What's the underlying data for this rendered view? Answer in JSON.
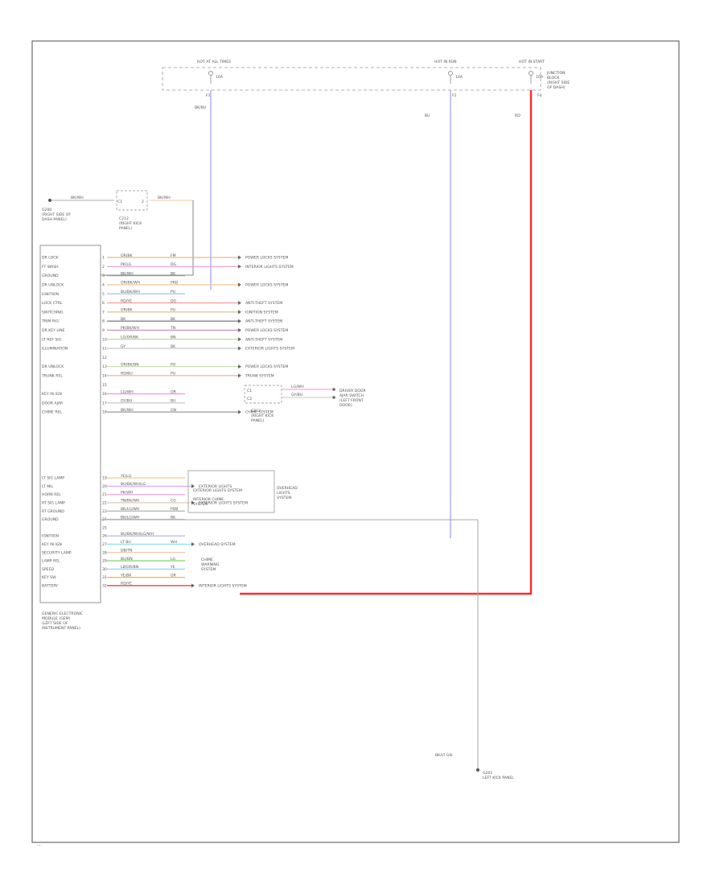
{
  "fuse_box": {
    "fuse_a": {
      "name": "HOT AT ALL TIMES",
      "rating": "10A",
      "cavity": "F1",
      "wire": "BK/BU"
    },
    "fuse_b": {
      "name": "HOT IN RUN",
      "rating": "10A",
      "cavity": "F2",
      "wire": "BU"
    },
    "fuse_c": {
      "name": "HOT IN START",
      "rating": "10A",
      "cavity": "F4",
      "wire": "RD"
    },
    "junction_box_label": [
      "JUNCTION",
      "BLOCK",
      "(RIGHT SIDE",
      "OF DASH)"
    ]
  },
  "top_ground": {
    "wire": "BK/WH",
    "label": [
      "G200",
      "(RIGHT SIDE OF",
      "DASH PANEL)"
    ]
  },
  "top_connector": {
    "pin_in": "C1",
    "pin_out": "2",
    "wire": "BK/WH",
    "label": [
      "C212",
      "(RIGHT KICK",
      "PANEL)"
    ]
  },
  "module_pins": [
    {
      "label": "DR LOCK",
      "pin": "1",
      "wire": "OR/BK",
      "code": "FM",
      "dest": "POWER LOCKS SYSTEM",
      "color": "#e5b98a"
    },
    {
      "label": "FT WASH",
      "pin": "2",
      "wire": "PK/LG",
      "code": "DG",
      "dest": "INTERIOR LIGHTS SYSTEM",
      "color": "#e79fd0"
    },
    {
      "label": "GROUND",
      "pin": "3",
      "wire": "BK/WH",
      "code": "BK",
      "dest": "",
      "color": "#9a9a9a"
    },
    {
      "label": "DR UNLOCK",
      "pin": "4",
      "wire": "OR/BK/WH",
      "code": "PKD",
      "dest": "POWER LOCKS SYSTEM",
      "color": "#f1c79a"
    },
    {
      "label": "IGNITION",
      "pin": "5",
      "wire": "BU/BK/WH",
      "code": "PU",
      "dest": "",
      "color": "#a8b4ec"
    },
    {
      "label": "LOCK CTRL",
      "pin": "6",
      "wire": "RD/YE",
      "code": "DG",
      "dest": "ANTI-THEFT SYSTEM",
      "color": "#f59a9a"
    },
    {
      "label": "SWITCHING",
      "pin": "7",
      "wire": "OR/BK",
      "code": "PU",
      "dest": "IGNITION SYSTEM",
      "color": "#e5b98a"
    },
    {
      "label": "TRIM RIG",
      "pin": "8",
      "wire": "BK",
      "code": "BK",
      "dest": "ANTI-THEFT SYSTEM",
      "color": "#777777"
    },
    {
      "label": "DR KEY LINE",
      "pin": "9",
      "wire": "PK/BK/WH",
      "code": "TN",
      "dest": "POWER LOCKS SYSTEM",
      "color": "#d08fbf"
    },
    {
      "label": "LT REF SIG",
      "pin": "10",
      "wire": "LG/OR/BK",
      "code": "BN",
      "dest": "ANTI-THEFT SYSTEM",
      "color": "#b6dc7a"
    },
    {
      "label": "ILLUMINATION",
      "pin": "11",
      "wire": "GY",
      "code": "BK",
      "dest": "EXTERIOR LIGHTS SYSTEM",
      "color": "#c8c8c8"
    },
    {
      "label": "",
      "pin": "12",
      "wire": "",
      "code": "",
      "dest": "",
      "color": ""
    },
    {
      "label": "DR UNLOCK",
      "pin": "13",
      "wire": "OR/BK/BN",
      "code": "PO",
      "dest": "POWER LOCKS SYSTEM",
      "color": "#c9e0b2"
    },
    {
      "label": "TRUNK REL",
      "pin": "14",
      "wire": "RD/BU",
      "code": "PU",
      "dest": "TRUNK SYSTEM",
      "color": "#f5a7a7"
    },
    {
      "label": "",
      "pin": "15",
      "wire": "",
      "code": "",
      "dest": "",
      "color": ""
    },
    {
      "label": "KEY IN IGN",
      "pin": "16",
      "wire": "LG/WH",
      "code": "OR",
      "dest": "",
      "color": "#ff8ae6"
    },
    {
      "label": "DOOR AJAR",
      "pin": "17",
      "wire": "GY/BU",
      "code": "BU",
      "dest": "",
      "color": "#c4c4c4"
    },
    {
      "label": "CHIME REL",
      "pin": "18",
      "wire": "BK/WH",
      "code": "GN",
      "dest": "CHIME SYSTEM",
      "color": "#9a9a9a"
    }
  ],
  "mid_connector": {
    "pins": [
      "C1",
      "C2"
    ],
    "wires": [
      "LG/WH",
      "GY/BU"
    ],
    "label": [
      "C212",
      "(RIGHT KICK",
      "PANEL)"
    ],
    "dest_label": [
      "DRIVER DOOR",
      "AJAR SWITCH",
      "(LEFT FRONT",
      "DOOR)"
    ]
  },
  "lower_pins": [
    {
      "label": "LT SIG LAMP",
      "pin": "19",
      "wire": "YE/LG",
      "code": "",
      "dest": "",
      "color": "#f3cf86"
    },
    {
      "label": "LT MIL",
      "pin": "20",
      "wire": "BU/BK/WH/LG",
      "code": "",
      "dest": "EXTERIOR LIGHTS",
      "color": "#d9a0ff"
    },
    {
      "label": "HORN REL",
      "pin": "21",
      "wire": "PK/WH",
      "code": "",
      "dest": "",
      "color": "#f7a8d8"
    },
    {
      "label": "RT SIG LAMP",
      "pin": "22",
      "wire": "TN/BK/WH",
      "code": "CG",
      "dest": "EXTERIOR LIGHTS SYSTEM",
      "color": "#d8d0b4"
    },
    {
      "label": "RT GROUND",
      "pin": "23",
      "wire": "BK/LG/WH",
      "code": "PDB",
      "dest": "",
      "color": "#a8a8a8"
    },
    {
      "label": "GROUND",
      "pin": "24",
      "wire": "BK/LG/WH",
      "code": "BK",
      "dest": "",
      "color": "#bbbbbb"
    },
    {
      "label": "",
      "pin": "25",
      "wire": "",
      "code": "",
      "dest": "",
      "color": ""
    },
    {
      "label": "IGNITION",
      "pin": "26",
      "wire": "BU/BK/WH/LG/WH",
      "code": "",
      "dest": "",
      "color": "#b0b8f0"
    },
    {
      "label": "KEY IN IGN",
      "pin": "27",
      "wire": "LT BU",
      "code": "WH",
      "dest": "OVERHEAD SYSTEM",
      "color": "#8ee0f2"
    },
    {
      "label": "SECURITY LAMP",
      "pin": "28",
      "wire": "DB/TN",
      "code": "",
      "dest": "",
      "color": "#e9c6a4"
    },
    {
      "label": "LAMP REL",
      "pin": "29",
      "wire": "BU/BN",
      "code": "LG",
      "dest": "",
      "color": "#7fd36a"
    },
    {
      "label": "SPEED",
      "pin": "30",
      "wire": "LB/OR/BN",
      "code": "YE",
      "dest": "",
      "color": "#8cc9f2"
    },
    {
      "label": "KEY SW",
      "pin": "31",
      "wire": "YE/BK",
      "code": "OR",
      "dest": "",
      "color": "#f2b640"
    },
    {
      "label": "BATTERY",
      "pin": "32",
      "wire": "RD/YE",
      "code": "",
      "dest": "INTERIOR LIGHTS SYSTEM",
      "color": "#ff2a2a"
    }
  ],
  "blocks": {
    "overhead": [
      "OVERHEAD",
      "LIGHTS",
      "SYSTEM"
    ],
    "chime": [
      "CHIME",
      "WARNING",
      "SYSTEM"
    ],
    "exterior": [
      "EXTERIOR LIGHTS SYSTEM",
      "INTERIOR CHIME",
      "SYSTEM"
    ],
    "power_locks": "POWER LOCKS SYSTEM"
  },
  "module": {
    "label": [
      "GENERIC ELECTRONIC",
      "MODULE (GEM)",
      "(LEFT SIDE OF",
      "INSTRUMENT PANEL)"
    ]
  },
  "bottom_ground": {
    "wire": "BK/LT GN",
    "label": [
      "G201",
      "LEFT KICK PANEL"
    ]
  },
  "colors": {
    "battery_wire": "#ff2a2a",
    "ignition_wire": "#9fa8f2",
    "frame": "#666666"
  }
}
